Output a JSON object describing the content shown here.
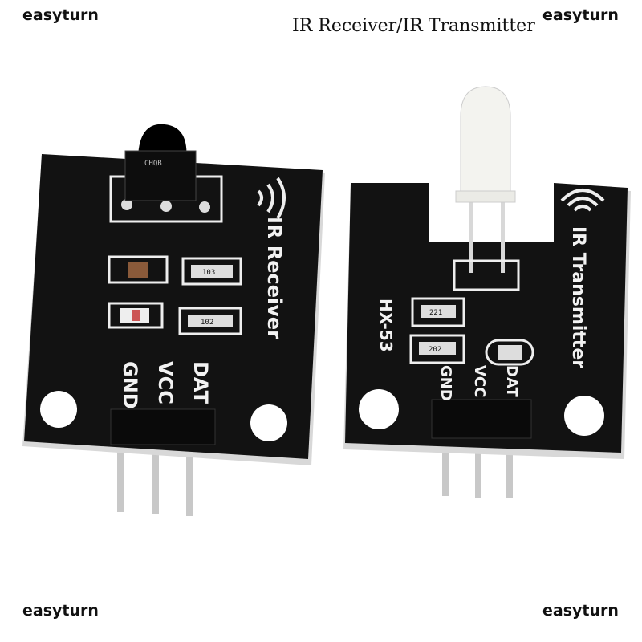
{
  "watermark": "easyturn",
  "title": "IR Receiver/IR Transmitter",
  "receiver": {
    "label": "IR Receiver",
    "pins": [
      "GND",
      "VCC",
      "DAT"
    ],
    "resistors": [
      "103",
      "102"
    ],
    "sensor_marking": "CHQB"
  },
  "transmitter": {
    "label": "IR Transmitter",
    "model": "HX-53",
    "pins": [
      "GND",
      "VCC",
      "DAT"
    ],
    "resistors": [
      "221",
      "202"
    ]
  },
  "colors": {
    "pcb": "#111111",
    "silkscreen": "#f2f2f2",
    "pin": "#c8c8c8",
    "background": "#ffffff"
  }
}
